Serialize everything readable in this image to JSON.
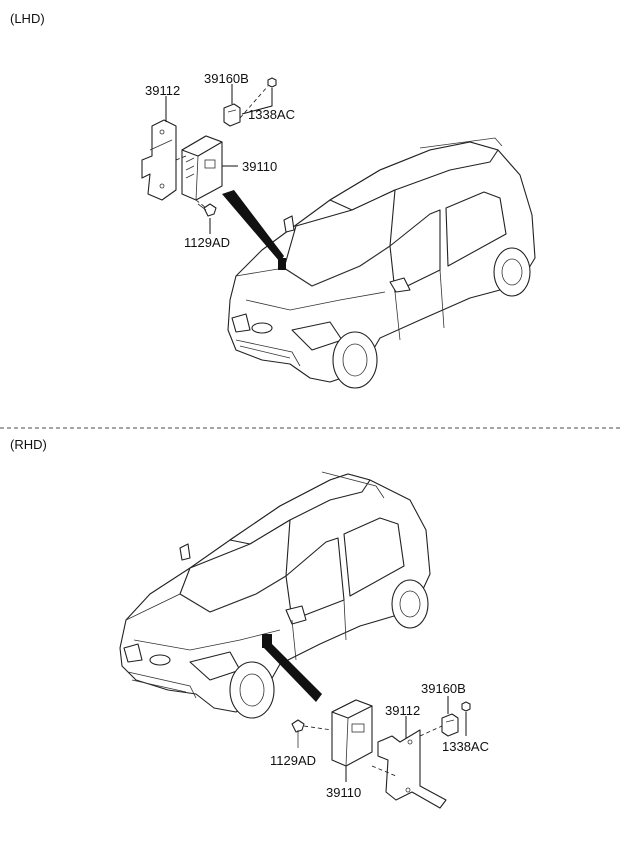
{
  "sections": {
    "lhd": {
      "title": "(LHD)"
    },
    "rhd": {
      "title": "(RHD)"
    }
  },
  "lhd_labels": {
    "bracket": "39112",
    "sensor": "39160B",
    "nut": "1338AC",
    "ecu": "39110",
    "bolt": "1129AD"
  },
  "rhd_labels": {
    "sensor": "39160B",
    "bracket": "39112",
    "nut": "1338AC",
    "bolt": "1129AD",
    "ecu": "39110"
  }
}
